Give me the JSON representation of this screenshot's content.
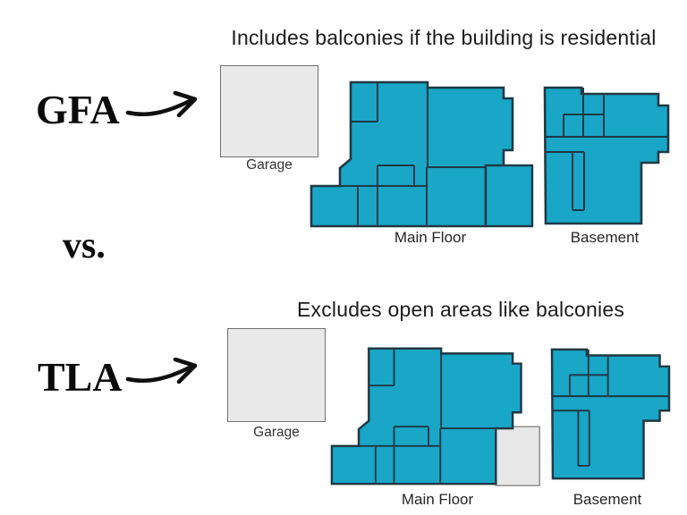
{
  "gfa_section": {
    "term": "GFA",
    "title": "Includes balconies if the building is residential",
    "garage_label": "Garage",
    "main_floor_label": "Main Floor",
    "basement_label": "Basement"
  },
  "separator_label": "vs.",
  "tla_section": {
    "term": "TLA",
    "title": "Excludes open areas like balconies",
    "garage_label": "Garage",
    "main_floor_label": "Main Floor",
    "basement_label": "Basement"
  },
  "icons": {
    "gfa_arrow": "arrow-right",
    "tla_arrow": "arrow-right"
  },
  "colors": {
    "floor_fill": "#19a6c7",
    "floor_outline": "#1f3944",
    "garage_fill": "#e9e9e9",
    "garage_border": "#6f6f6f",
    "excluded_fill": "#e7e7e7",
    "excluded_border": "#8f8f8f",
    "arrow": "#101010",
    "text": "#1c1c1c"
  }
}
